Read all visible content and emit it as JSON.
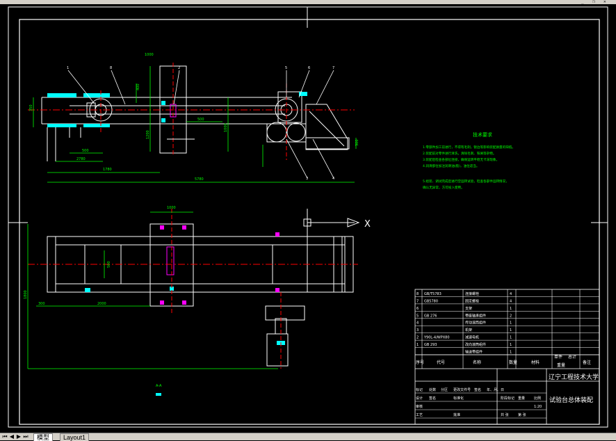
{
  "colors": {
    "background": "#000000",
    "frame": "#ffffff",
    "dimension": "#00ff00",
    "centerline": "#ff0000",
    "highlight": "#00ffff",
    "accent": "#ff00ff",
    "notes": "#00ff00"
  },
  "window": {
    "minimize_icon": "minimize-icon",
    "restore_icon": "restore-icon",
    "close_icon": "close-icon"
  },
  "drawing": {
    "tech_req_title": "技术要求",
    "tech_notes": [
      "1.零部件加工前进行，不得有毛刺，锐边等影响装配质量的缺陷。",
      "2.装配前对零件进行清洗，清除毛刺、铁屑等杂物。",
      "3.装配后检查各部位连接，确保运转平稳无卡滞现象。",
      "4.润滑部位加注润滑油(脂)，油位适当。",
      "5.组装、调试完成后进行空运转试验，检查各部件运转情况，",
      "确认无异常，方可投入使用。"
    ],
    "callouts": [
      "1",
      "2",
      "3",
      "4",
      "5",
      "6",
      "7",
      "8"
    ],
    "overall_dims": [
      "1780",
      "5780",
      "2780"
    ],
    "ucs_x_label": "X",
    "small_label": "A-A"
  },
  "title_block": {
    "university": "辽宁工程技术大学",
    "drawing_title": "试验台总体装配",
    "header": [
      "序号",
      "代号",
      "名称",
      "数量",
      "材料",
      "单件",
      "总计",
      "备注"
    ],
    "header_weight": "重量",
    "rows": [
      {
        "no": "8",
        "code": "GB/T5783",
        "name": "连接螺栓",
        "qty": "4"
      },
      {
        "no": "7",
        "code": "GB5780",
        "name": "固定螺栓",
        "qty": "4"
      },
      {
        "no": "6",
        "code": "",
        "name": "支架",
        "qty": "1"
      },
      {
        "no": "5",
        "code": "GB 276",
        "name": "带座轴承组件",
        "qty": "2"
      },
      {
        "no": "4",
        "code": "",
        "name": "传动滚筒组件",
        "qty": "1"
      },
      {
        "no": "3",
        "code": "",
        "name": "机架",
        "qty": "1"
      },
      {
        "no": "2",
        "code": "Y90L-4/WPX80",
        "name": "减速电机",
        "qty": "1"
      },
      {
        "no": "1",
        "code": "GB 293",
        "name": "改向滚筒组件",
        "qty": "1"
      },
      {
        "no": "",
        "code": "",
        "name": "输送带组件",
        "qty": "1"
      }
    ],
    "sign_rows": [
      [
        "标记",
        "处数",
        "分区",
        "更改文件号",
        "签名",
        "年、月、日"
      ],
      [
        "设计",
        "签名",
        "标准化",
        "阶段标记",
        "重量",
        "比例"
      ],
      [
        "审核",
        "",
        "",
        "",
        "",
        "1:20"
      ],
      [
        "工艺",
        "",
        "批准",
        "共 张",
        "第 张",
        ""
      ]
    ]
  },
  "tabs": {
    "model": "模型",
    "layout": "Layout1"
  }
}
